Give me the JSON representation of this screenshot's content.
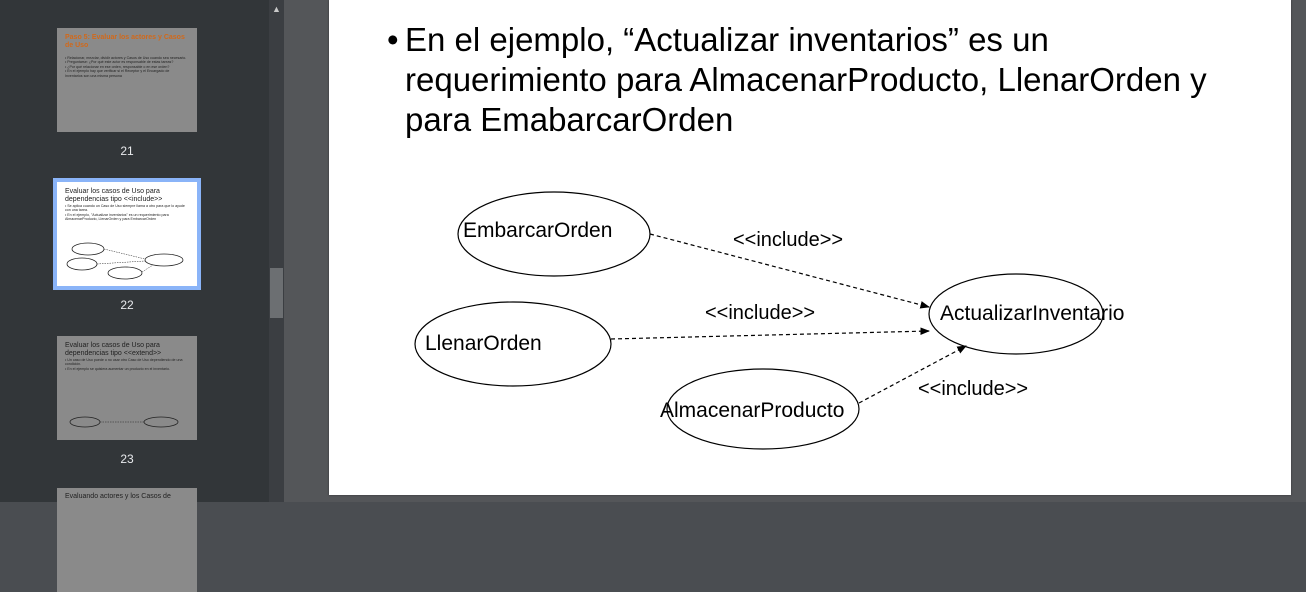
{
  "sidebar": {
    "thumbnails": [
      {
        "number": "21",
        "title": "Paso 5: Evaluar los actores y Casos de Uso",
        "lines": [
          "• Relacionar, mezclar, dividir actores y Casos de Uso cuando sea necesario.",
          "• Preguntarse: ¿Por qué este actor es responsable de estas tareas?",
          "• ¿Por qué relacionar en ese orden, responsable o en ese orden?",
          "• En el ejemplo hay que verificar si el Receptor y el Encargado de Inventarios son una misma persona"
        ]
      },
      {
        "number": "22",
        "title": "Evaluar los casos de Uso para dependencias tipo <<include>>",
        "lines": [
          "• Se aplica cuando un Caso de Uso siempre llama a otro para que lo ayude con una tarea.",
          "• En el ejemplo, \"Actualizar inventarios\" es un requerimiento para AlmacenarProducto, LlenarOrden y para EmbarcarOrden"
        ]
      },
      {
        "number": "23",
        "title": "Evaluar los casos de Uso para dependencias tipo <<extend>>",
        "lines": [
          "• Un caso de Uso puede o no usar otro Caso de Uso dependiendo de una condición.",
          "• En el ejemplo se quisiera aumentar un producto en el inventario."
        ]
      },
      {
        "number": "",
        "title": "Evaluando actores y los Casos de",
        "lines": []
      }
    ]
  },
  "slide": {
    "bullet": "•",
    "text": "En el ejemplo, “Actualizar inventarios” es un requerimiento para AlmacenarProducto, LlenarOrden y para EmabarcarOrden",
    "use_cases": {
      "embarcar": "EmbarcarOrden",
      "llenar": "LlenarOrden",
      "almacenar": "AlmacenarProducto",
      "actualizar": "ActualizarInventario"
    },
    "include_label": "<<include>>"
  }
}
